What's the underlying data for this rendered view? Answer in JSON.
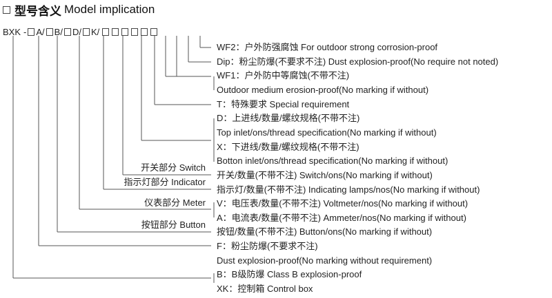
{
  "heading": {
    "zh": "型号含义",
    "en": "Model implication"
  },
  "code": [
    "BXK",
    "-",
    "A/",
    "B/",
    "D/",
    "K/"
  ],
  "descriptions": [
    "WF2：户外防强腐蚀 For outdoor strong corrosion-proof",
    "Dip：粉尘防爆(不要求不注)  Dust explosion-proof(No require not noted)",
    "WF1：户外防中等腐蚀(不带不注)",
    "Outdoor medium erosion-proof(No marking if without)",
    "T：特殊要求  Special requirement",
    "D：上进线/数量/螺纹规格(不带不注)",
    "Top inlet/ons/thread specification(No marking if without)",
    "X：下进线/数量/螺纹规格(不带不注)",
    "Botton inlet/ons/thread specification(No marking if without)",
    "开关/数量(不带不注)  Switch/ons(No marking if without)",
    "指示灯/数量(不带不注)  Indicating lamps/nos(No marking if without)",
    "V：电压表/数量(不带不注)  Voltmeter/nos(No marking if without)",
    "A：电流表/数量(不带不注)  Ammeter/nos(No marking if without)",
    "按钮/数量(不带不注) Button/ons(No marking if without)",
    "F：粉尘防爆(不要求不注)",
    "Dust explosion-proof(No marking without requirement)",
    "B：B级防爆  Class B explosion-proof",
    "XK：控制箱  Control box"
  ],
  "labels": [
    "开关部分  Switch",
    "指示灯部分  Indicator",
    "仪表部分  Meter",
    "按钮部分  Button"
  ]
}
